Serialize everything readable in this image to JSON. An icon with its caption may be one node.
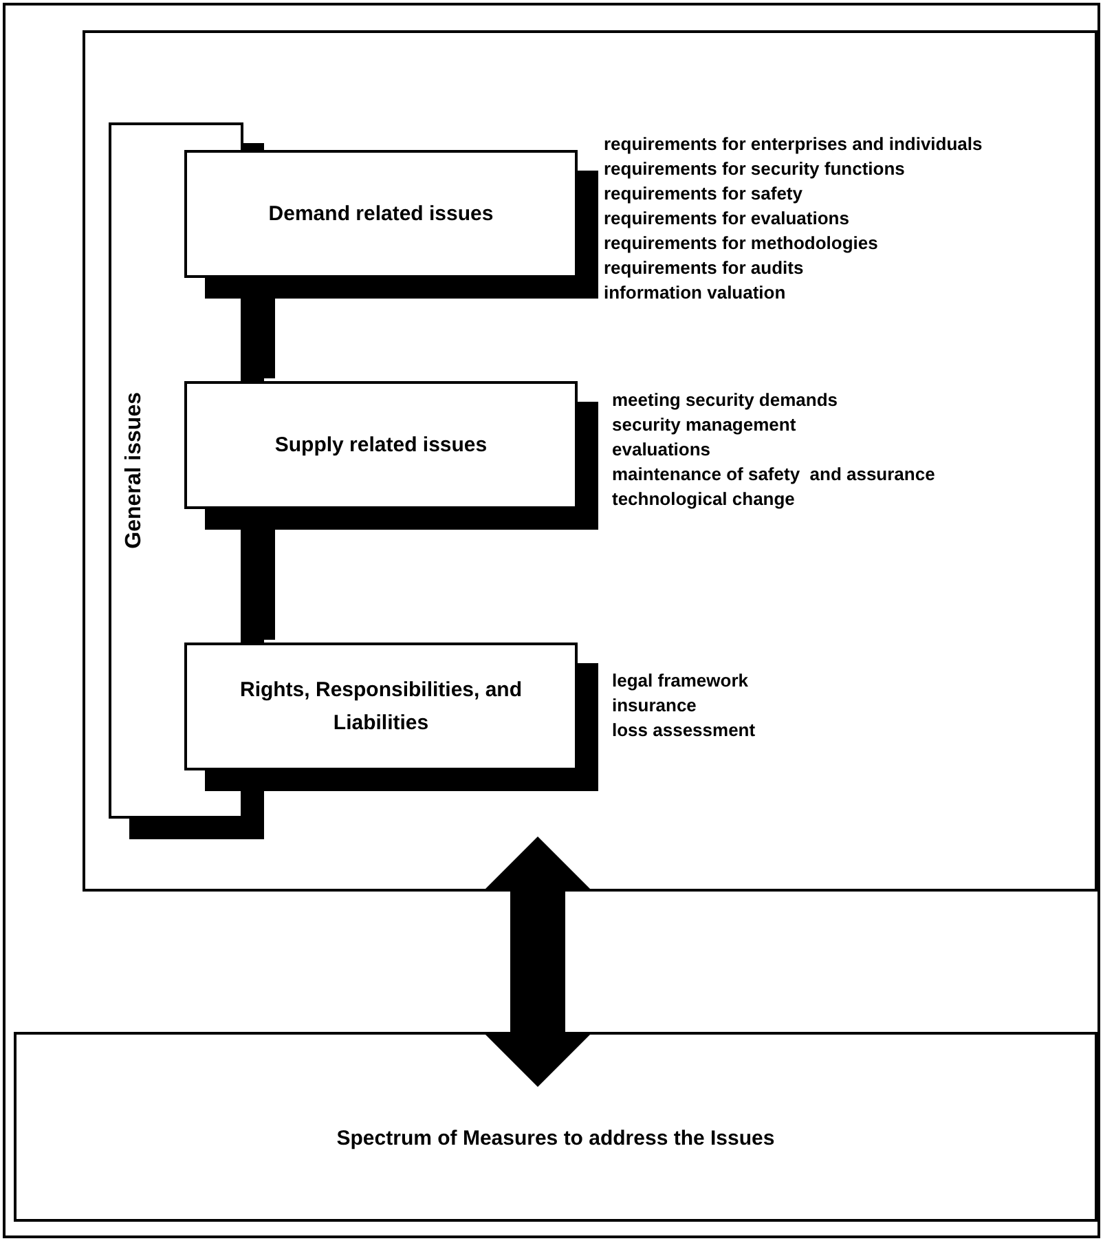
{
  "diagram": {
    "nodes": [
      {
        "text": [],
        "shape": "box"
      },
      {
        "text": [
          "General issues"
        ],
        "in": 0
      },
      {
        "text": [
          "Demand related issues"
        ],
        "in": 0,
        "beside": [
          "requirements for enterprises and individuals",
          "requirements for security functions",
          "requirements for safety",
          "requirements for evaluations",
          "requirements for methodologies",
          "requirements for audits",
          "information valuation"
        ]
      },
      {
        "text": [
          "Supply related issues"
        ],
        "in": 0,
        "beside": [
          "meeting security demands",
          "security management",
          "evaluations",
          "maintenance of safety  and assurance",
          "technological change"
        ]
      },
      {
        "text": [
          "Rights, Responsibilities, and Liabilities"
        ],
        "in": 0,
        "beside": [
          "legal framework",
          "insurance",
          "loss assessment"
        ]
      },
      {
        "text": [
          "Spectrum of Measures to address the Issues"
        ]
      }
    ],
    "edges": [
      {
        "from": 2,
        "to": 3,
        "arrow": "none"
      },
      {
        "from": 3,
        "to": 4,
        "arrow": "none"
      },
      {
        "from": 0,
        "to": 5,
        "arrow": "both",
        "style": "thick"
      }
    ]
  }
}
